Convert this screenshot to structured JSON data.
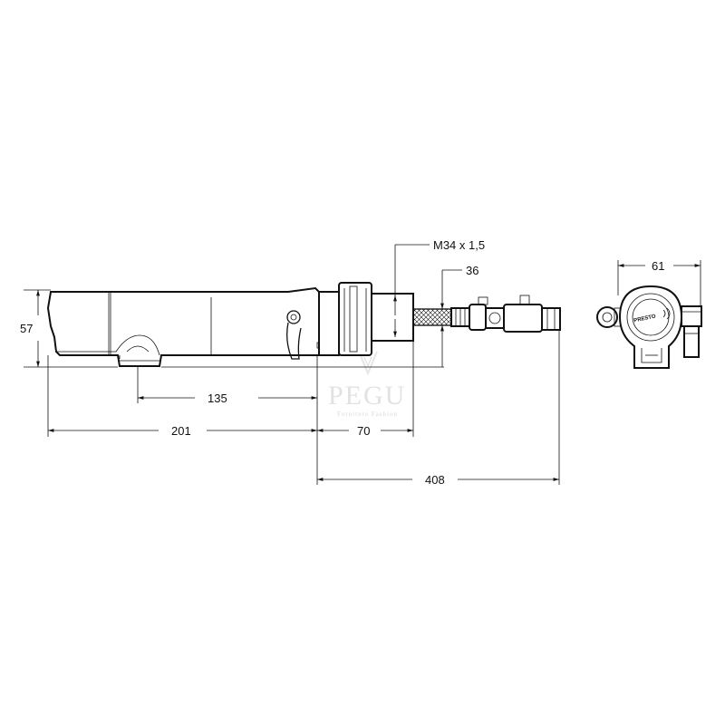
{
  "dimensions": {
    "height": "57",
    "spout_to_wall": "135",
    "body_length": "201",
    "wall_thickness": "70",
    "overall_length": "408",
    "thread": "M34 x 1,5",
    "hose": "36",
    "end_width": "61"
  },
  "brand_label": "PRESTO",
  "watermark": {
    "main": "PEGU",
    "sub": "Furniture Fashion"
  },
  "colors": {
    "line": "#111111",
    "background": "#ffffff",
    "watermark": "#e2e2e2"
  }
}
